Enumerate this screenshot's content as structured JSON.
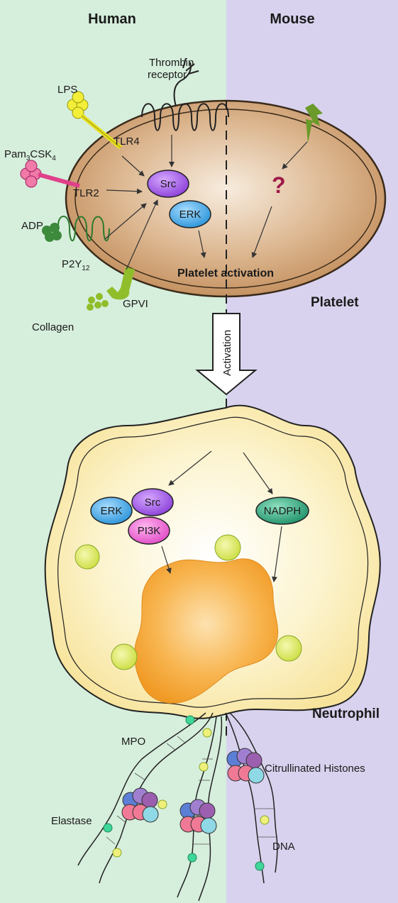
{
  "columns": {
    "left": "Human",
    "right": "Mouse"
  },
  "colors": {
    "human_bg": "#d6eedc",
    "mouse_bg": "#d8d2ee",
    "platelet": "#c89a68",
    "neutrophil_outer": "#fbefb6",
    "nucleus": "#f7a93a",
    "src": "#9b4fe0",
    "erk": "#3aa5e6",
    "pi3k": "#ec62d3",
    "nadph": "#2aa27a",
    "lps": "#f3ee38",
    "pam": "#e0408a",
    "adp": "#3d8a3d",
    "collagen": "#8fbe2a"
  },
  "platelet": {
    "title": "Platelet",
    "thrombin_receptor": "Thrombin\nreceptor",
    "lps": "LPS",
    "tlr4": "TLR4",
    "pam": "Pam",
    "pam_sub1": "3",
    "pam_mid": "CSK",
    "pam_sub2": "4",
    "tlr2": "TLR2",
    "adp": "ADP",
    "p2y": "P2Y",
    "p2y_sub": "12",
    "gpvi": "GPVI",
    "collagen": "Collagen",
    "src": "Src",
    "erk": "ERK",
    "question": "?",
    "activation": "Platelet activation"
  },
  "arrow_label": "Activation",
  "neutrophil": {
    "title": "Neutrophil",
    "erk": "ERK",
    "src": "Src",
    "pi3k": "PI3K",
    "nadph": "NADPH"
  },
  "net": {
    "mpo": "MPO",
    "elastase": "Elastase",
    "histones": "Citrullinated Histones",
    "dna": "DNA"
  }
}
